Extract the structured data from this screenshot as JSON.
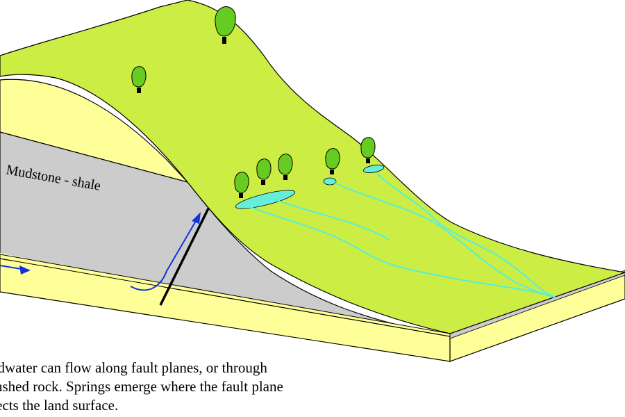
{
  "diagram": {
    "layer_label": "Mudstone - shale",
    "caption_lines": [
      "ndwater can flow along fault planes, or through",
      "rushed rock.  Springs emerge where the fault plane",
      "sects the land surface."
    ],
    "colors": {
      "land_surface": "#ccee44",
      "sandstone": "#ffff99",
      "mudstone": "#cccccc",
      "spring_water": "#66eedd",
      "stream": "#55eedd",
      "flow_arrow": "#1133dd",
      "fault": "#000000",
      "tree": "#66cc22",
      "outline": "#000000"
    },
    "icons": [
      "tree-icon",
      "spring-icon",
      "flow-arrow-icon"
    ]
  }
}
